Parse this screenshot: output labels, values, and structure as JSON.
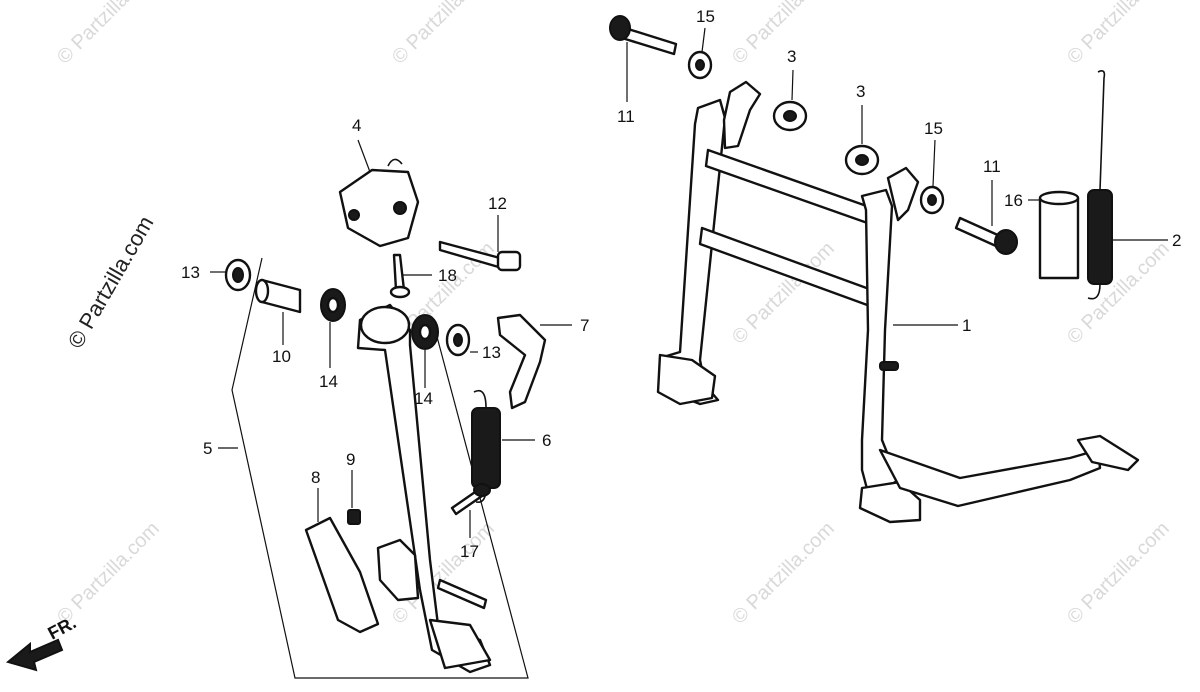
{
  "callouts": [
    {
      "id": "1",
      "text": "1"
    },
    {
      "id": "2",
      "text": "2"
    },
    {
      "id": "3a",
      "text": "3"
    },
    {
      "id": "3b",
      "text": "3"
    },
    {
      "id": "4",
      "text": "4"
    },
    {
      "id": "5",
      "text": "5"
    },
    {
      "id": "6",
      "text": "6"
    },
    {
      "id": "7",
      "text": "7"
    },
    {
      "id": "8",
      "text": "8"
    },
    {
      "id": "9",
      "text": "9"
    },
    {
      "id": "10",
      "text": "10"
    },
    {
      "id": "11a",
      "text": "11"
    },
    {
      "id": "11b",
      "text": "11"
    },
    {
      "id": "12",
      "text": "12"
    },
    {
      "id": "13a",
      "text": "13"
    },
    {
      "id": "13b",
      "text": "13"
    },
    {
      "id": "14a",
      "text": "14"
    },
    {
      "id": "14b",
      "text": "14"
    },
    {
      "id": "15a",
      "text": "15"
    },
    {
      "id": "15b",
      "text": "15"
    },
    {
      "id": "16",
      "text": "16"
    },
    {
      "id": "17",
      "text": "17"
    },
    {
      "id": "18",
      "text": "18"
    }
  ],
  "direction_label": "FR.",
  "watermark": "© Partzilla.com",
  "watermark_vertical": "© Partzilla.com",
  "colors": {
    "ink": "#111111",
    "background": "#ffffff",
    "watermark": "#d9d9d9"
  }
}
